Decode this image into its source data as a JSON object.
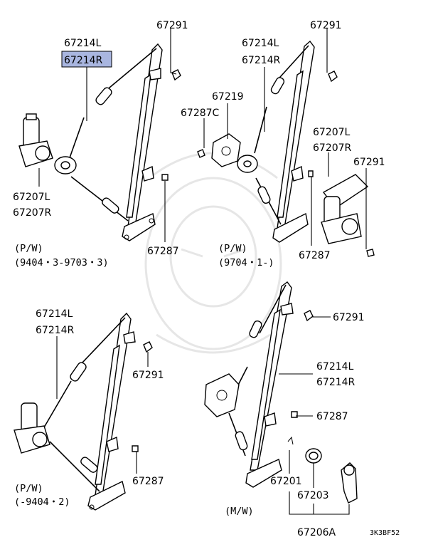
{
  "diagram_code": "3K3BF52",
  "highlight_color": "#a9b6e0",
  "labels": {
    "a_67214L": "67214L",
    "a_67214R": "67214R",
    "a_67291": "67291",
    "a_67207L": "67207L",
    "a_67207R": "67207R",
    "a_67287": "67287",
    "b_67214L": "67214L",
    "b_67214R": "67214R",
    "b_67291_top": "67291",
    "b_67219": "67219",
    "b_67287C": "67287C",
    "b_67207L": "67207L",
    "b_67207R": "67207R",
    "b_67291_right": "67291",
    "b_67287": "67287",
    "c_67214L": "67214L",
    "c_67214R": "67214R",
    "c_67291": "67291",
    "c_67287": "67287",
    "d_67291": "67291",
    "d_67214L": "67214L",
    "d_67214R": "67214R",
    "d_67287": "67287",
    "d_67201": "67201",
    "d_67203": "67203",
    "d_67206A": "67206A"
  },
  "captions": {
    "a_type": "(P/W)",
    "a_range": "(9404・3-9703・3)",
    "b_type": "(P/W)",
    "b_range": "(9704・1-)",
    "c_type": "(P/W)",
    "c_range": "(-9404・2)",
    "d_type": "(M/W)"
  }
}
